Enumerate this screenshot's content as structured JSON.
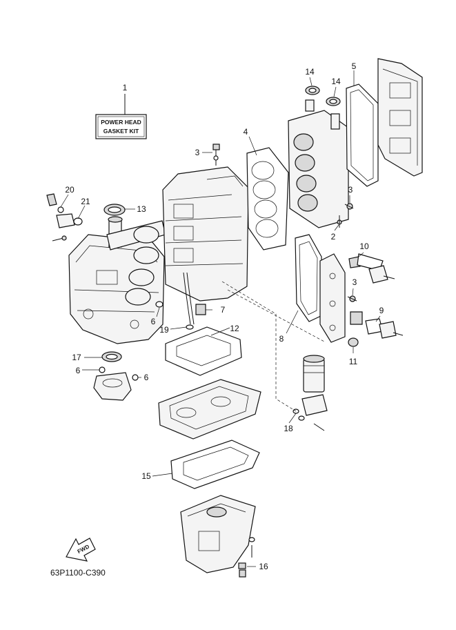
{
  "kit_label": {
    "line1": "POWER HEAD",
    "line2": "GASKET KIT"
  },
  "diagram_code": "63P1100-C390",
  "fwd_label": "FWD",
  "callouts": {
    "c1": "1",
    "c2": "2",
    "c3a": "3",
    "c3b": "3",
    "c3c": "3",
    "c4": "4",
    "c5": "5",
    "c6a": "6",
    "c6b": "6",
    "c6c": "6",
    "c7": "7",
    "c8": "8",
    "c9": "9",
    "c10": "10",
    "c11": "11",
    "c12": "12",
    "c13": "13",
    "c14a": "14",
    "c14b": "14",
    "c15": "15",
    "c16": "16",
    "c17": "17",
    "c18": "18",
    "c19": "19",
    "c20": "20",
    "c21": "21"
  }
}
